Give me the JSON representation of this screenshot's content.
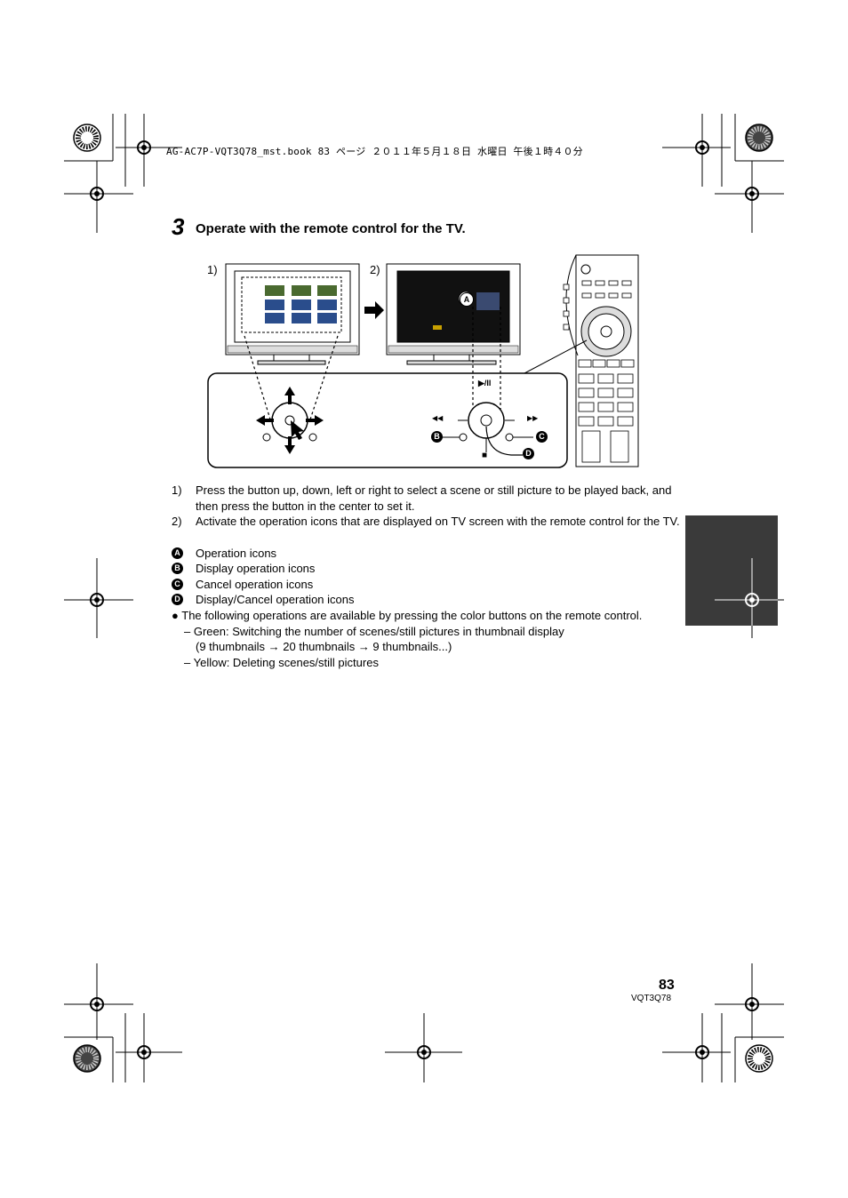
{
  "header": {
    "file_line": "AG-AC7P-VQT3Q78_mst.book  83 ページ  ２０１１年５月１８日  水曜日  午後１時４０分"
  },
  "step": {
    "number": "3",
    "title": "Operate with the remote control for the TV."
  },
  "figure": {
    "label_1": "1)",
    "label_2": "2)",
    "play_pause_symbol": "▶/II",
    "rewind_symbol": "◀◀",
    "forward_symbol": "▶▶",
    "stop_symbol": "■",
    "callout_a": "A",
    "callout_b": "B",
    "callout_c": "C",
    "callout_d": "D"
  },
  "instructions": [
    {
      "num": "1)",
      "text": "Press the button up, down, left or right to select a scene or still picture to be played back, and then press the button in the center to set it."
    },
    {
      "num": "2)",
      "text": "Activate the operation icons that are displayed on TV screen with the remote control for the TV."
    }
  ],
  "legend": [
    {
      "badge": "A",
      "text": "Operation icons"
    },
    {
      "badge": "B",
      "text": "Display operation icons"
    },
    {
      "badge": "C",
      "text": "Cancel operation icons"
    },
    {
      "badge": "D",
      "text": "Display/Cancel operation icons"
    }
  ],
  "notes": {
    "bullet": "The following operations are available by pressing the color buttons on the remote control.",
    "green_line1": "– Green: Switching the number of scenes/still pictures in thumbnail display",
    "green_line2": "(9 thumbnails → 20 thumbnails → 9 thumbnails...)",
    "yellow": "– Yellow: Deleting scenes/still pictures"
  },
  "footer": {
    "page_number": "83",
    "model_code": "VQT3Q78"
  }
}
